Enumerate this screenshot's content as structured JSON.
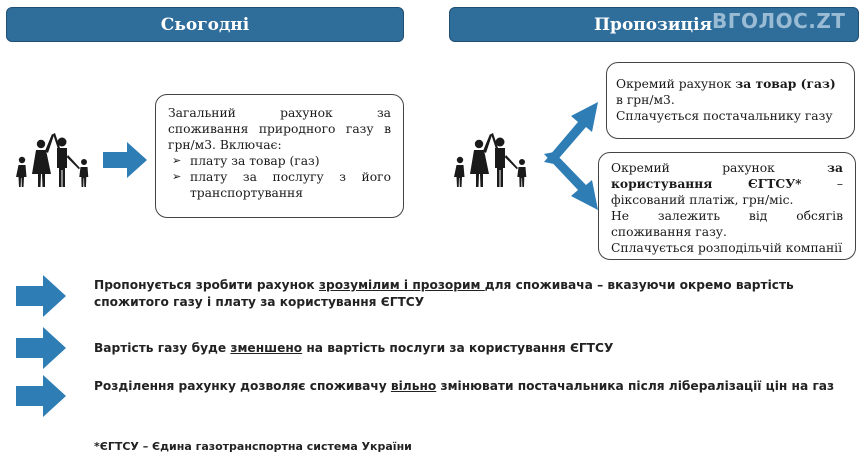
{
  "header": {
    "today": "Сьогодні",
    "proposal": "Пропозиція",
    "watermark": "ВГОЛОС.ZT"
  },
  "today_box": {
    "intro": "Загальний рахунок за споживання природного газу в грн/м3. Включає:",
    "items": [
      "плату за товар (газ)",
      "плату за послугу з його транспортування"
    ]
  },
  "proposal_top": {
    "pre": "Окремий рахунок ",
    "bold": "за товар (газ)",
    "post": " в грн/м3.",
    "line2": "Сплачується постачальнику газу"
  },
  "proposal_bottom": {
    "pre": "Окремий рахунок ",
    "bold": "за користування ЄГТСУ*",
    "post": " – фіксований платіж, грн/міс.",
    "line2": "Не залежить від обсягів споживання газу.",
    "line3": "Сплачується розподільчій компанії"
  },
  "statements": {
    "s1": {
      "pre": "Пропонується зробити рахунок ",
      "u": "зрозумілим і прозорим ",
      "post": "для споживача – вказуючи окремо вартість спожитого газу і плату за користування ЄГТСУ"
    },
    "s2": {
      "pre": "Вартість газу буде ",
      "u": "зменшено",
      "post": " на вартість послуги за користування ЄГТСУ"
    },
    "s3": {
      "pre": "Розділення рахунку дозволяє споживачу ",
      "u": "вільно",
      "post": " змінювати постачальника після лібералізації цін на газ"
    }
  },
  "footnote": "*ЄГТСУ – Єдина газотранспортна система України",
  "colors": {
    "header_bg": "#2f6d9b",
    "arrow": "#2e7db5",
    "family": "#1a1a1a"
  },
  "icons": [
    "family-icon",
    "arrow-right-icon",
    "split-arrow-icon"
  ]
}
